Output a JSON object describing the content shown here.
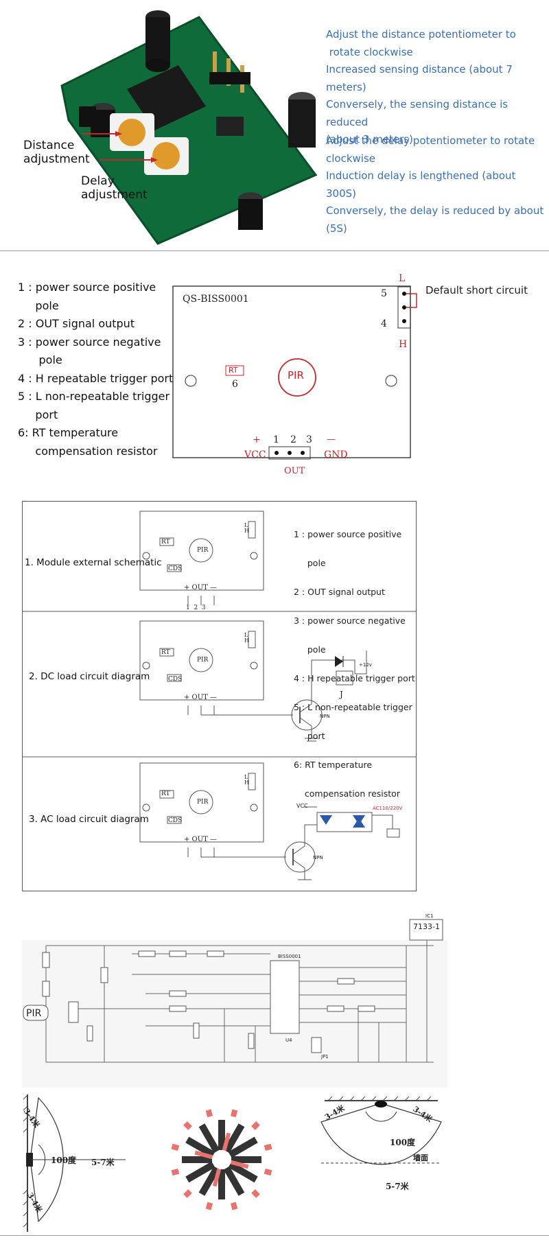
{
  "top": {
    "distance_label_line1": "Distance",
    "distance_label_line2": "adjustment",
    "delay_label_line1": "Delay",
    "delay_label_line2": "adjustment",
    "distance_text": [
      "Adjust the distance potentiometer to",
      " rotate clockwise",
      "Increased sensing distance (about 7 meters)",
      "Conversely, the sensing distance is reduced",
      "(about 3 meters)"
    ],
    "delay_text": [
      "Adjust the delay potentiometer to rotate",
      "clockwise",
      "Induction delay is lengthened (about 300S)",
      "Conversely, the delay is reduced by about (5S)"
    ]
  },
  "pins": {
    "list": [
      "1 : power source positive",
      "     pole",
      "2 : OUT signal output",
      "3 : power source negative",
      "      pole",
      "4 : H repeatable trigger port",
      "5 : L non-repeatable trigger",
      "     port",
      "6: RT temperature",
      "     compensation resistor"
    ],
    "board_title": "QS-BISS0001",
    "pir": "PIR",
    "rt": "RT",
    "six": "6",
    "five": "5",
    "four": "4",
    "L": "L",
    "H": "H",
    "default_short": "Default short circuit",
    "plus": "+",
    "minus": "—",
    "n1": "1",
    "n2": "2",
    "n3": "3",
    "vcc": "VCC",
    "gnd": "GND",
    "out": "OUT"
  },
  "circuits": {
    "row1_label": "1. Module external schematic",
    "row2_label": "2. DC load circuit diagram",
    "row3_label": "3. AC load circuit diagram",
    "legend": [
      "1 : power source positive",
      "     pole",
      "2 : OUT signal output",
      "3 : power source negative",
      "     pole",
      "4 : H repeatable trigger port",
      "5 : L non-repeatable trigger",
      "     port",
      "6: RT temperature",
      "    compensation resistor"
    ],
    "rt": "RT",
    "cds": "CDS",
    "pir": "PIR",
    "out_line": "+ OUT —",
    "pins123": "1  2  3",
    "npn": "NPN",
    "j": "J",
    "v12": "+12v",
    "vcc": "VCC",
    "ac": "AC110/220V",
    "lh_L": "L",
    "lh_H": "H"
  },
  "schematic": {
    "ic1": "IC1",
    "ic1_part": "7133-1",
    "chip": "BISS0001",
    "pir": "PIR",
    "u4": "U4",
    "jp1": "JP1"
  },
  "coverage": {
    "left_range_top": "3-4米",
    "left_angle": "100度",
    "left_distance": "5-7米",
    "left_range_bottom": "3-4米",
    "right_range_left": "3-4米",
    "right_range_right": "3-4米",
    "right_angle": "100度",
    "right_floor": "墙面",
    "right_distance": "5-7米"
  }
}
